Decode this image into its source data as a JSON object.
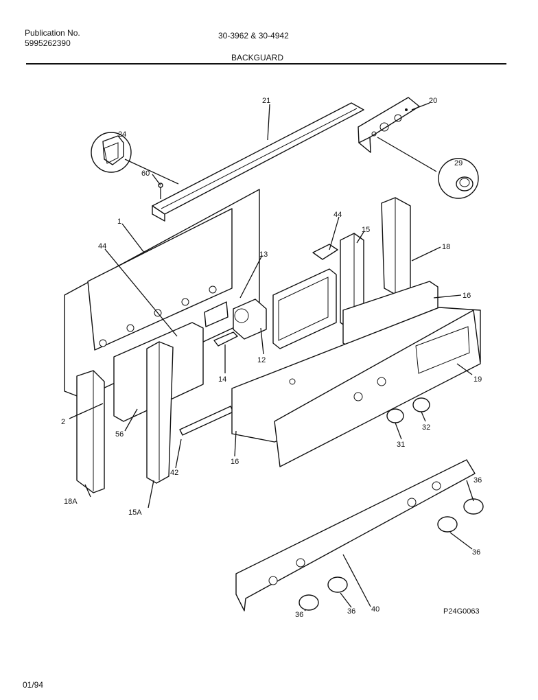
{
  "header": {
    "publication_label": "Publication No.",
    "publication_number": "5995262390",
    "models": "30-3962 & 30-4942",
    "section_title": "BACKGUARD"
  },
  "footer": {
    "date_code": "01/94",
    "figure_code": "P24G0063"
  },
  "callouts": {
    "c1": "1",
    "c2": "2",
    "c12": "12",
    "c13": "13",
    "c14": "14",
    "c15": "15",
    "c15a": "15A",
    "c16a": "16",
    "c16b": "16",
    "c18": "18",
    "c18a": "18A",
    "c19": "19",
    "c20": "20",
    "c21": "21",
    "c24": "24",
    "c29": "29",
    "c31": "31",
    "c32": "32",
    "c36a": "36",
    "c36b": "36",
    "c36c": "36",
    "c36d": "36",
    "c40": "40",
    "c42": "42",
    "c44a": "44",
    "c44b": "44",
    "c56": "56",
    "c60": "60"
  }
}
